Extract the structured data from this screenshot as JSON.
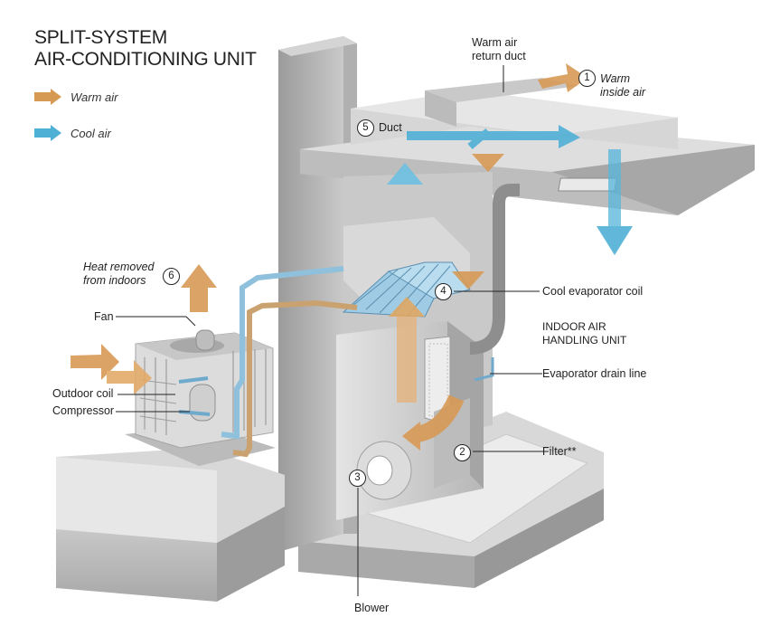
{
  "title": {
    "line1": "SPLIT-SYSTEM",
    "line2": "AIR-CONDITIONING UNIT"
  },
  "legend": [
    {
      "label": "Warm air",
      "color": "#d79a55",
      "icon": "warm-arrow-icon"
    },
    {
      "label": "Cool air",
      "color": "#4fb0d6",
      "icon": "cool-arrow-icon"
    }
  ],
  "labels": {
    "return_duct_l1": "Warm air",
    "return_duct_l2": "return duct",
    "warm_inside_num": "1",
    "warm_inside_l1": "Warm",
    "warm_inside_l2": "inside air",
    "duct_num": "5",
    "duct": "Duct",
    "heat_removed_l1": "Heat removed",
    "heat_removed_l2": "from indoors",
    "heat_removed_num": "6",
    "fan": "Fan",
    "outdoor_coil": "Outdoor coil",
    "compressor": "Compressor",
    "evap_coil_num": "4",
    "evap_coil": "Cool evaporator coil",
    "indoor_unit_l1": "INDOOR AIR",
    "indoor_unit_l2": "HANDLING UNIT",
    "drain_line": "Evaporator drain line",
    "filter_num": "2",
    "filter": "Filter**",
    "blower_num": "3",
    "blower": "Blower"
  },
  "colors": {
    "warm": "#d79a55",
    "cool": "#4fb0d6",
    "concrete": "#b9b9b9"
  }
}
